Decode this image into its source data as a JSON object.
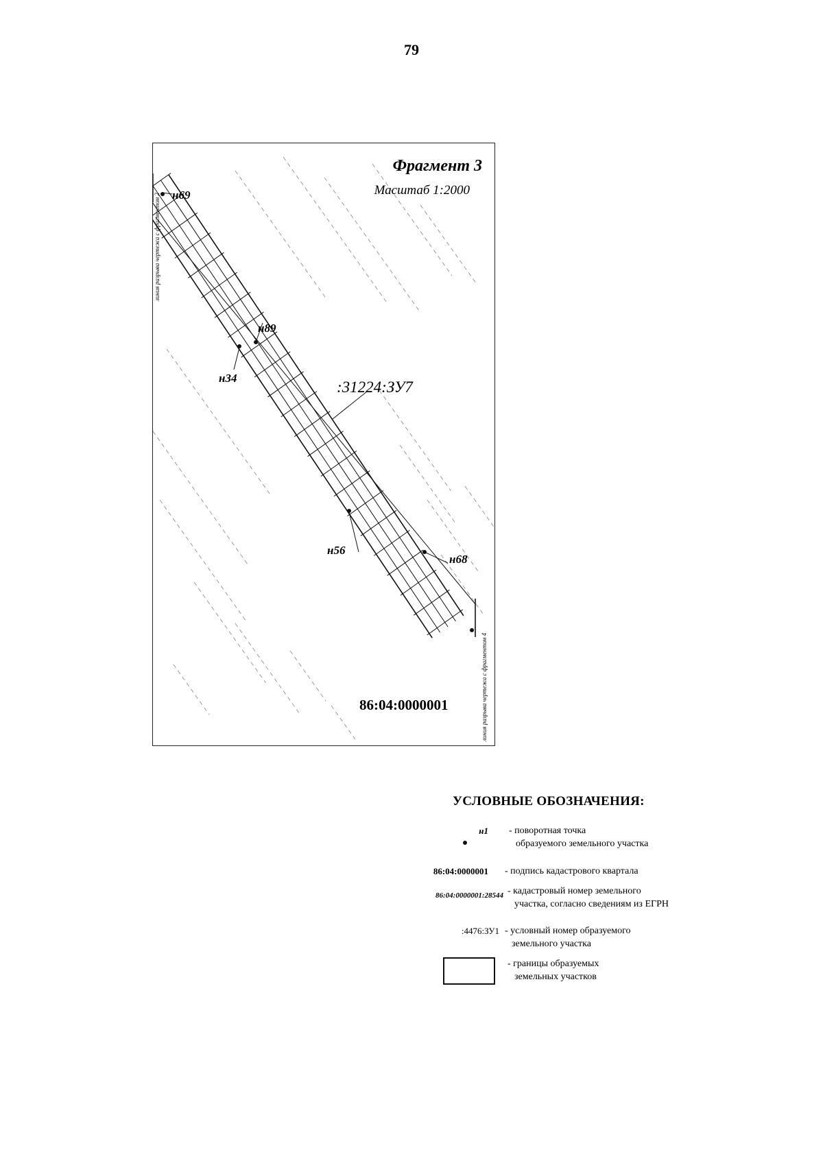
{
  "page_number": "79",
  "map": {
    "title": "Фрагмент 3",
    "scale": "Масштаб 1:2000",
    "break_line_left": "линия разрыва чертежа с фрагментом 2",
    "break_line_right": "линия разрыва чертежа с фрагментом 4",
    "points": {
      "n69": "н69",
      "n89": "н89",
      "n34": "н34",
      "n56": "н56",
      "n68": "н68"
    },
    "parcel_label": ":31224:ЗУ7",
    "quarter_label": "86:04:0000001",
    "colors": {
      "lines": "#111111",
      "faint_lines": "#9a9a9a"
    }
  },
  "legend": {
    "title": "УСЛОВНЫЕ ОБОЗНАЧЕНИЯ:",
    "items": [
      {
        "symbol": "н1",
        "desc_line1": "- поворотная точка",
        "desc_line2": "образуемого земельного участка"
      },
      {
        "symbol": "86:04:0000001",
        "desc_line1": "- подпись кадастрового квартала",
        "desc_line2": ""
      },
      {
        "symbol": "86:04:0000001:28544",
        "desc_line1": "- кадастровый номер земельного",
        "desc_line2": "участка, согласно сведениям из ЕГРН"
      },
      {
        "symbol": ":4476:ЗУ1",
        "desc_line1": "- условный номер образуемого",
        "desc_line2": "земельного участка"
      },
      {
        "symbol": "",
        "desc_line1": "- границы образуемых",
        "desc_line2": "земельных участков"
      }
    ]
  }
}
